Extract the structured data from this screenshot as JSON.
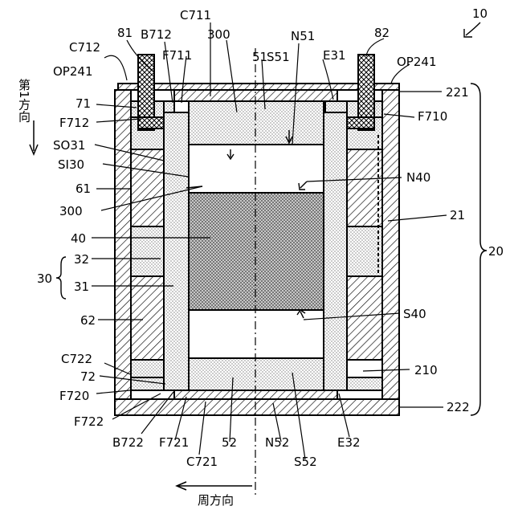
{
  "figure_number": "10",
  "direction_labels": {
    "first_direction": "第1方向",
    "circumferential": "周方向"
  },
  "labels": {
    "c711": "C711",
    "b712": "B712",
    "n81": "81",
    "c712": "C712",
    "op241_left": "OP241",
    "f711": "F711",
    "n300_top": "300",
    "n51": "51",
    "s51": "S51",
    "n_n51": "N51",
    "e31": "E31",
    "n82": "82",
    "op241_right": "OP241",
    "n221": "221",
    "n71": "71",
    "f712": "F712",
    "f710": "F710",
    "so31": "SO31",
    "si30": "SI30",
    "n40": "N40",
    "n61": "61",
    "n300_left": "300",
    "n21": "21",
    "n40_left": "40",
    "n20": "20",
    "n30": "30",
    "n32": "32",
    "n31": "31",
    "s40": "S40",
    "n62": "62",
    "c722": "C722",
    "n210": "210",
    "n72": "72",
    "f720": "F720",
    "n222": "222",
    "f722": "F722",
    "b722": "B722",
    "f721": "F721",
    "n52": "52",
    "c721": "C721",
    "n_n52": "N52",
    "e32": "E32",
    "s52": "S52"
  }
}
